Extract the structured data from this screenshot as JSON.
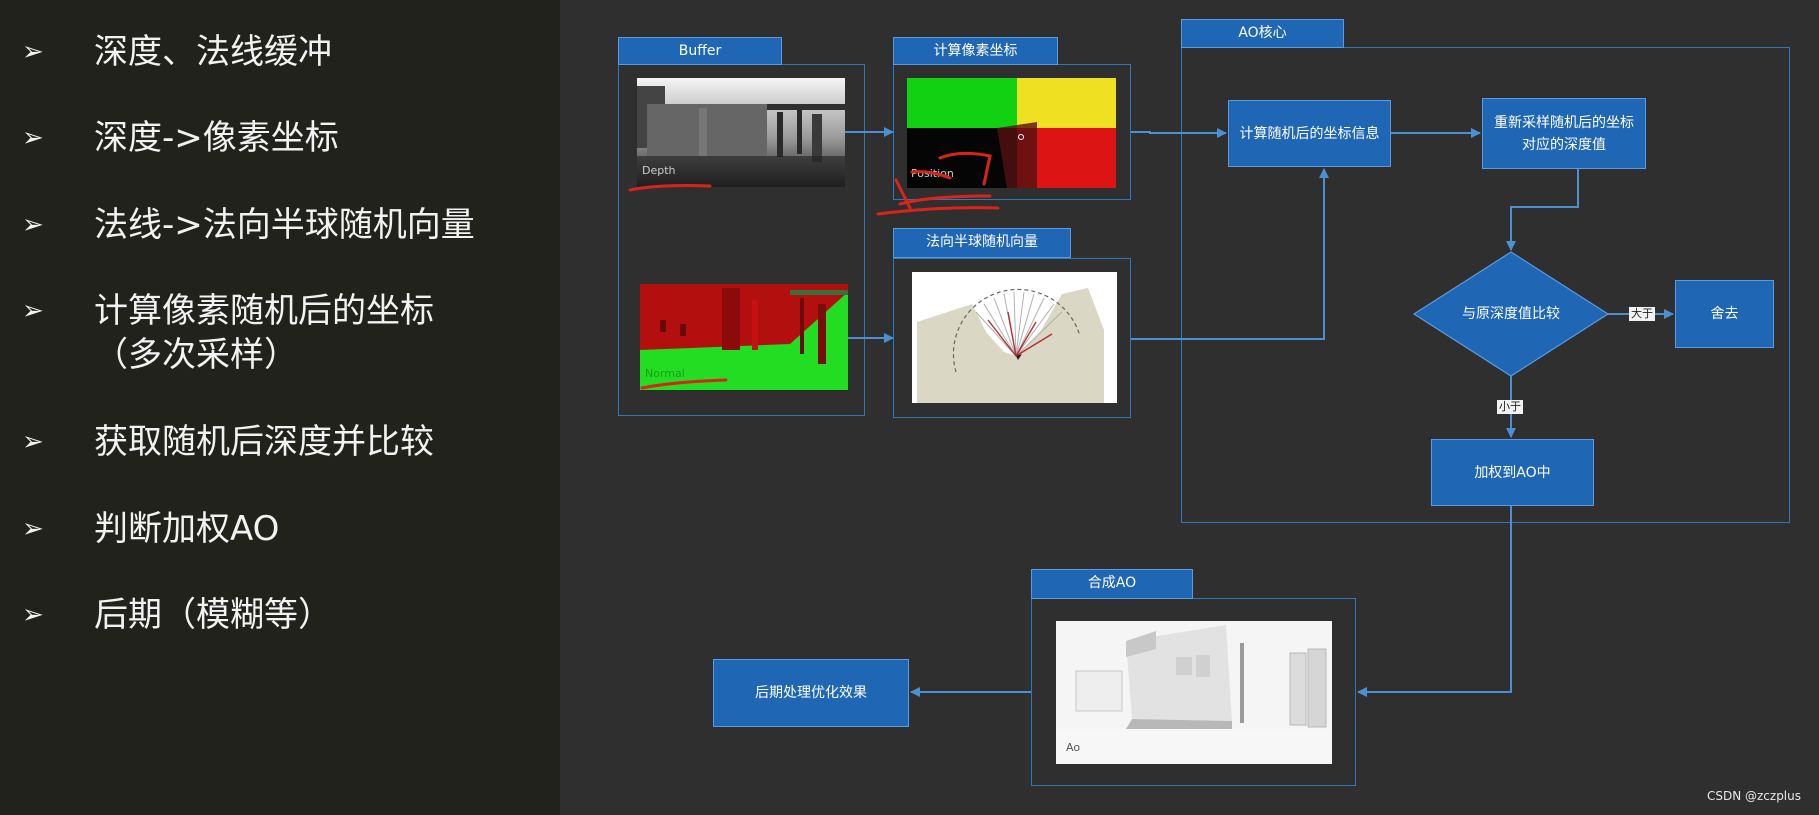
{
  "bullets": [
    {
      "text": "深度、法线缓冲"
    },
    {
      "text": "深度->像素坐标"
    },
    {
      "text": "法线->法向半球随机向量"
    },
    {
      "text": "计算像素随机后的坐标\n（多次采样）"
    },
    {
      "text": "获取随机后深度并比较"
    },
    {
      "text": "判断加权AO"
    },
    {
      "text": "后期（模糊等）"
    }
  ],
  "panels": {
    "buffer": {
      "title": "Buffer"
    },
    "pixel_coord": {
      "title": "计算像素坐标"
    },
    "hemisphere": {
      "title": "法向半球随机向量"
    },
    "ao_core": {
      "title": "AO核心"
    },
    "combine": {
      "title": "合成AO"
    }
  },
  "images": {
    "depth": {
      "label": "Depth"
    },
    "normal": {
      "label": "Normal"
    },
    "position": {
      "label": "Position"
    },
    "ao": {
      "label": "Ao"
    }
  },
  "nodes": {
    "calc_random_coord": "计算随机后的坐标信息",
    "resample_depth": "重新采样随机后的坐标\n对应的深度值",
    "compare_depth": "与原深度值比较",
    "discard": "舍去",
    "weight_ao": "加权到AO中",
    "post_process": "后期处理优化效果"
  },
  "edge_labels": {
    "greater": "大于",
    "less": "小于"
  },
  "watermark": "CSDN @zczplus",
  "colors": {
    "left_bg": "#22221d",
    "right_bg": "#2f2f2f",
    "node_fill": "#1f67b4",
    "line": "#4c8fd3",
    "annotation_red": "#d9241c"
  }
}
